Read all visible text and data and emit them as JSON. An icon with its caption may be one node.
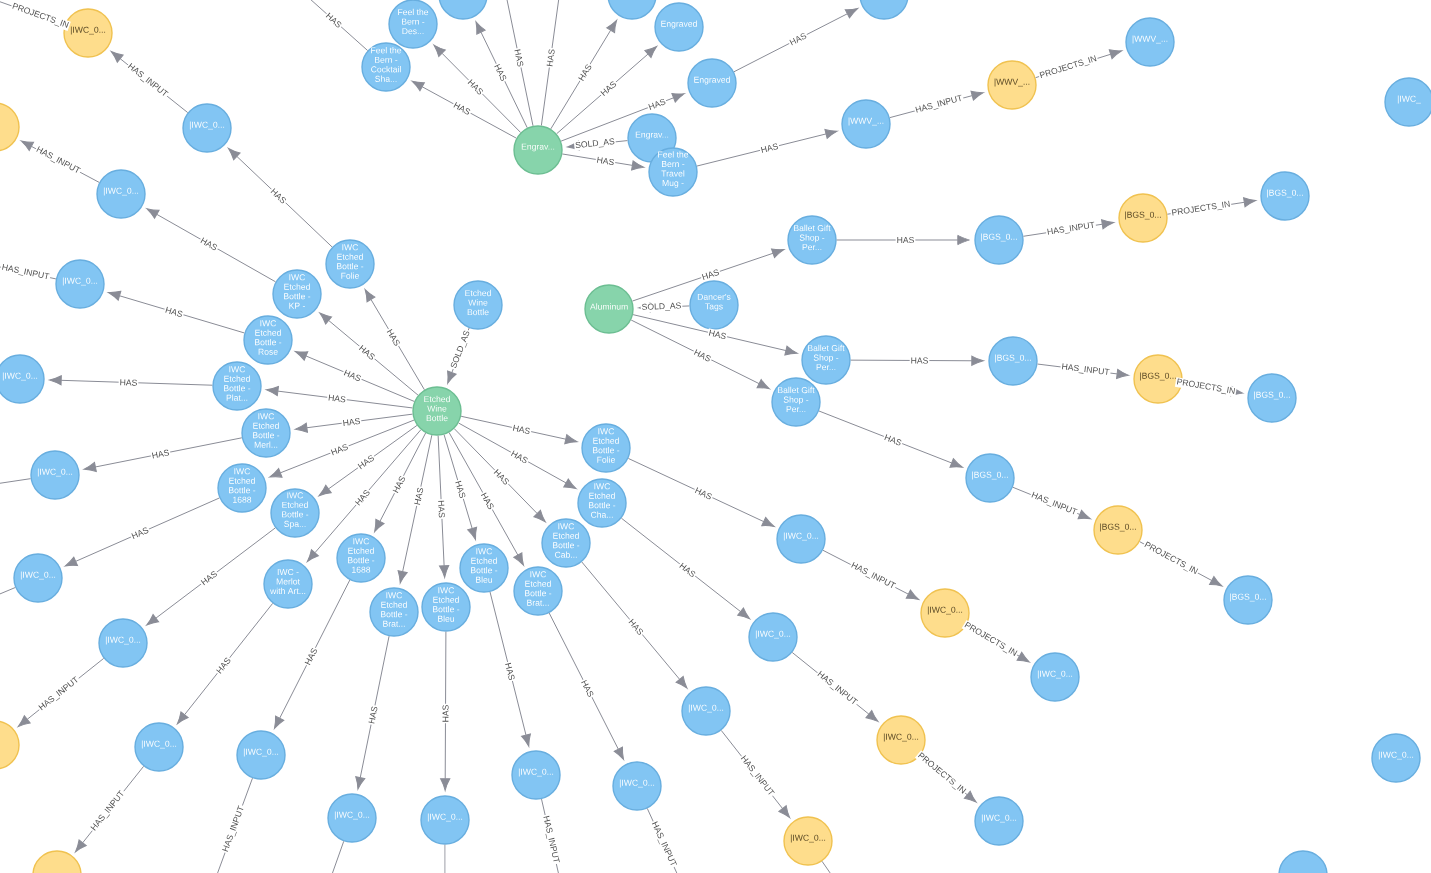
{
  "diagram": {
    "nodes": [
      {
        "text": [
          "Etched Wine Bottle"
        ]
      },
      {
        "text": [
          "Engrav..."
        ]
      },
      {
        "text": [
          "Aluminum"
        ]
      },
      {
        "text": [
          "Feel the Bern - Des..."
        ]
      },
      {
        "text": [],
        "shape": "circle"
      },
      {
        "text": [],
        "shape": "circle"
      },
      {
        "text": [
          "Feel the Bern - Cocktail Sha..."
        ]
      },
      {
        "text": [
          "Engrav..."
        ]
      },
      {
        "text": [
          "Engraved"
        ]
      },
      {
        "text": [
          "Engraved"
        ]
      },
      {
        "text": [
          "Feel the Bern - Travel Mug -"
        ]
      },
      {
        "text": [],
        "shape": "circle"
      },
      {
        "text": [
          "|WWV_..."
        ]
      },
      {
        "text": [
          "|WWV_..."
        ]
      },
      {
        "text": [
          "|WWV_..."
        ]
      },
      {
        "text": [
          "|IWC_"
        ]
      },
      {
        "text": [
          "|IWC_0..."
        ]
      },
      {
        "text": [
          "|IWC_0..."
        ]
      },
      {
        "text": [],
        "shape": "circle"
      },
      {
        "text": [
          "|IWC_0..."
        ]
      },
      {
        "text": [
          "|IWC_0..."
        ]
      },
      {
        "text": [
          "|IWC_0..."
        ]
      },
      {
        "text": [
          "IWC Etched Bottle - Folie"
        ]
      },
      {
        "text": [
          "IWC Etched Bottle - KP -"
        ]
      },
      {
        "text": [
          "IWC Etched Bottle - Rose"
        ]
      },
      {
        "text": [
          "IWC Etched Bottle - Plat..."
        ]
      },
      {
        "text": [
          "IWC Etched Bottle - Merl..."
        ]
      },
      {
        "text": [
          "|IWC_0..."
        ]
      },
      {
        "text": [
          "IWC Etched Bottle - 1688"
        ]
      },
      {
        "text": [
          "|IWC_0..."
        ]
      },
      {
        "text": [
          "IWC Etched Bottle - Spa..."
        ]
      },
      {
        "text": [
          "|IWC_0..."
        ]
      },
      {
        "text": [],
        "shape": "circle"
      },
      {
        "text": [
          "IWC - Merlot with Art..."
        ]
      },
      {
        "text": [
          "|IWC_0..."
        ]
      },
      {
        "text": [],
        "shape": "circle"
      },
      {
        "text": [
          "IWC Etched Bottle - 1688"
        ]
      },
      {
        "text": [
          "|IWC_0..."
        ]
      },
      {
        "text": [
          "IWC Etched Bottle - Brat..."
        ]
      },
      {
        "text": [
          "|IWC_0..."
        ]
      },
      {
        "text": [
          "IWC Etched Bottle - Bleu"
        ]
      },
      {
        "text": [
          "|IWC_0..."
        ]
      },
      {
        "text": [
          "Etched Wine Bottle"
        ]
      },
      {
        "text": [
          "IWC Etched Bottle - Bleu"
        ]
      },
      {
        "text": [
          "|IWC_0..."
        ]
      },
      {
        "text": [
          "IWC Etched Bottle - Brat..."
        ]
      },
      {
        "text": [
          "|IWC_0..."
        ]
      },
      {
        "text": [
          "IWC Etched Bottle - Cab..."
        ]
      },
      {
        "text": [
          "|IWC_0..."
        ]
      },
      {
        "text": [
          "|IWC_0..."
        ]
      },
      {
        "text": [
          "IWC Etched Bottle - Cha..."
        ]
      },
      {
        "text": [
          "|IWC_0..."
        ]
      },
      {
        "text": [
          "|IWC_0..."
        ]
      },
      {
        "text": [
          "|IWC_0..."
        ]
      },
      {
        "text": [
          "IWC Etched Bottle - Folie"
        ]
      },
      {
        "text": [
          "|IWC_0..."
        ]
      },
      {
        "text": [
          "|IWC_0..."
        ]
      },
      {
        "text": [
          "|IWC_0..."
        ]
      },
      {
        "text": [
          "|IWC_0..."
        ]
      },
      {
        "text": [],
        "shape": "circle"
      },
      {
        "text": [
          "Dancer's Tags"
        ]
      },
      {
        "text": [
          "Ballet Gift Shop - Per..."
        ]
      },
      {
        "text": [
          "Ballet Gift Shop - Per..."
        ]
      },
      {
        "text": [
          "Ballet Gift Shop - Per..."
        ]
      },
      {
        "text": [
          "|BGS_0..."
        ]
      },
      {
        "text": [
          "|BGS_0..."
        ]
      },
      {
        "text": [
          "|BGS_0..."
        ]
      },
      {
        "text": [
          "|BGS_0..."
        ]
      },
      {
        "text": [
          "|BGS_0..."
        ]
      },
      {
        "text": [
          "|BGS_0..."
        ]
      },
      {
        "text": [
          "|BGS_0..."
        ]
      },
      {
        "text": [
          "|BGS_0..."
        ]
      },
      {
        "text": [
          "|BGS_0..."
        ]
      }
    ],
    "edges": [
      {
        "from": 7,
        "to": 1,
        "arrow": "to",
        "label": "SOLD_AS"
      },
      {
        "from": 1,
        "to": 3,
        "arrow": "to",
        "label": "HAS"
      },
      {
        "from": 1,
        "to": 4,
        "arrow": "to",
        "label": "HAS"
      },
      {
        "from": 1,
        "to": null,
        "arrow": "none",
        "label": "HAS"
      },
      {
        "from": 1,
        "to": null,
        "arrow": "none",
        "label": "HAS"
      },
      {
        "from": 1,
        "to": 5,
        "arrow": "to",
        "label": "HAS"
      },
      {
        "from": 1,
        "to": 6,
        "arrow": "to",
        "label": "HAS"
      },
      {
        "from": 1,
        "to": 8,
        "arrow": "to",
        "label": "HAS"
      },
      {
        "from": 1,
        "to": 9,
        "arrow": "to",
        "label": "HAS"
      },
      {
        "from": 1,
        "to": 10,
        "arrow": "to",
        "label": "HAS"
      },
      {
        "from": 6,
        "to": null,
        "arrow": "none",
        "label": "HAS"
      },
      {
        "from": 9,
        "to": 11,
        "arrow": "to",
        "label": "HAS"
      },
      {
        "from": 10,
        "to": 12,
        "arrow": "to",
        "label": "HAS"
      },
      {
        "from": 12,
        "to": 13,
        "arrow": "to",
        "label": "HAS_INPUT"
      },
      {
        "from": 13,
        "to": 14,
        "arrow": "to",
        "label": "PROJECTS_IN"
      },
      {
        "from": 17,
        "to": 16,
        "arrow": "to",
        "label": "HAS_INPUT"
      },
      {
        "from": 16,
        "to": null,
        "arrow": "none",
        "label": "PROJECTS_IN"
      },
      {
        "from": 19,
        "to": 18,
        "arrow": "to",
        "label": "HAS_INPUT"
      },
      {
        "from": 20,
        "to": null,
        "arrow": "none",
        "label": "HAS_INPUT"
      },
      {
        "from": 0,
        "to": 22,
        "arrow": "to",
        "label": "HAS"
      },
      {
        "from": 0,
        "to": 23,
        "arrow": "to",
        "label": "HAS"
      },
      {
        "from": 0,
        "to": 24,
        "arrow": "to",
        "label": "HAS"
      },
      {
        "from": 0,
        "to": 25,
        "arrow": "to",
        "label": "HAS"
      },
      {
        "from": 0,
        "to": 26,
        "arrow": "to",
        "label": "HAS"
      },
      {
        "from": 0,
        "to": 28,
        "arrow": "to",
        "label": "HAS"
      },
      {
        "from": 0,
        "to": 30,
        "arrow": "to",
        "label": "HAS"
      },
      {
        "from": 0,
        "to": 33,
        "arrow": "to",
        "label": "HAS"
      },
      {
        "from": 0,
        "to": 36,
        "arrow": "to",
        "label": "HAS"
      },
      {
        "from": 0,
        "to": 38,
        "arrow": "to",
        "label": "HAS"
      },
      {
        "from": 0,
        "to": 40,
        "arrow": "to",
        "label": "HAS"
      },
      {
        "from": 0,
        "to": 43,
        "arrow": "to",
        "label": "HAS"
      },
      {
        "from": 0,
        "to": 45,
        "arrow": "to",
        "label": "HAS"
      },
      {
        "from": 0,
        "to": 47,
        "arrow": "to",
        "label": "HAS"
      },
      {
        "from": 0,
        "to": 50,
        "arrow": "to",
        "label": "HAS"
      },
      {
        "from": 0,
        "to": 54,
        "arrow": "to",
        "label": "HAS"
      },
      {
        "from": 42,
        "to": 0,
        "arrow": "to",
        "label": "SOLD_AS"
      },
      {
        "from": 22,
        "to": 17,
        "arrow": "to",
        "label": "HAS"
      },
      {
        "from": 23,
        "to": 19,
        "arrow": "to",
        "label": "HAS"
      },
      {
        "from": 24,
        "to": 20,
        "arrow": "to",
        "label": "HAS"
      },
      {
        "from": 25,
        "to": 21,
        "arrow": "to",
        "label": "HAS"
      },
      {
        "from": 26,
        "to": 27,
        "arrow": "to",
        "label": "HAS"
      },
      {
        "from": 27,
        "to": null,
        "arrow": "none"
      },
      {
        "from": 28,
        "to": 29,
        "arrow": "to",
        "label": "HAS"
      },
      {
        "from": 29,
        "to": null,
        "arrow": "none"
      },
      {
        "from": 30,
        "to": 31,
        "arrow": "to",
        "label": "HAS"
      },
      {
        "from": 31,
        "to": 32,
        "arrow": "to",
        "label": "HAS_INPUT"
      },
      {
        "from": 33,
        "to": 34,
        "arrow": "to",
        "label": "HAS"
      },
      {
        "from": 34,
        "to": 35,
        "arrow": "to",
        "label": "HAS_INPUT"
      },
      {
        "from": 36,
        "to": 37,
        "arrow": "to",
        "label": "HAS"
      },
      {
        "from": 37,
        "to": null,
        "arrow": "none",
        "label": "HAS_INPUT"
      },
      {
        "from": 38,
        "to": 39,
        "arrow": "to",
        "label": "HAS"
      },
      {
        "from": 39,
        "to": null,
        "arrow": "none"
      },
      {
        "from": 40,
        "to": 41,
        "arrow": "to",
        "label": "HAS"
      },
      {
        "from": 41,
        "to": null,
        "arrow": "none"
      },
      {
        "from": 43,
        "to": 44,
        "arrow": "to",
        "label": "HAS"
      },
      {
        "from": 44,
        "to": null,
        "arrow": "none",
        "label": "HAS_INPUT"
      },
      {
        "from": 45,
        "to": 46,
        "arrow": "to",
        "label": "HAS"
      },
      {
        "from": 46,
        "to": null,
        "arrow": "none",
        "label": "HAS_INPUT"
      },
      {
        "from": 47,
        "to": 48,
        "arrow": "to",
        "label": "HAS"
      },
      {
        "from": 48,
        "to": 49,
        "arrow": "to",
        "label": "HAS_INPUT"
      },
      {
        "from": 49,
        "to": null,
        "arrow": "none"
      },
      {
        "from": 50,
        "to": 51,
        "arrow": "to",
        "label": "HAS"
      },
      {
        "from": 51,
        "to": 52,
        "arrow": "to",
        "label": "HAS_INPUT"
      },
      {
        "from": 52,
        "to": 53,
        "arrow": "to",
        "label": "PROJECTS_IN"
      },
      {
        "from": 54,
        "to": 55,
        "arrow": "to",
        "label": "HAS"
      },
      {
        "from": 55,
        "to": 56,
        "arrow": "to",
        "label": "HAS_INPUT"
      },
      {
        "from": 56,
        "to": 57,
        "arrow": "to",
        "label": "PROJECTS_IN"
      },
      {
        "from": 60,
        "to": 2,
        "arrow": "to",
        "label": "SOLD_AS"
      },
      {
        "from": 2,
        "to": 61,
        "arrow": "to",
        "label": "HAS"
      },
      {
        "from": 2,
        "to": 62,
        "arrow": "to",
        "label": "HAS"
      },
      {
        "from": 2,
        "to": 63,
        "arrow": "to",
        "label": "HAS"
      },
      {
        "from": 61,
        "to": 64,
        "arrow": "to",
        "label": "HAS"
      },
      {
        "from": 64,
        "to": 65,
        "arrow": "to",
        "label": "HAS_INPUT"
      },
      {
        "from": 65,
        "to": 66,
        "arrow": "to",
        "label": "PROJECTS_IN"
      },
      {
        "from": 62,
        "to": 67,
        "arrow": "to",
        "label": "HAS"
      },
      {
        "from": 67,
        "to": 68,
        "arrow": "to",
        "label": "HAS_INPUT"
      },
      {
        "from": 68,
        "to": 69,
        "arrow": "to",
        "label": "PROJECTS_IN"
      },
      {
        "from": 63,
        "to": 70,
        "arrow": "to",
        "label": "HAS"
      },
      {
        "from": 70,
        "to": 71,
        "arrow": "to",
        "label": "HAS_INPUT"
      },
      {
        "from": 71,
        "to": 72,
        "arrow": "to",
        "label": "PROJECTS_IN"
      }
    ]
  }
}
